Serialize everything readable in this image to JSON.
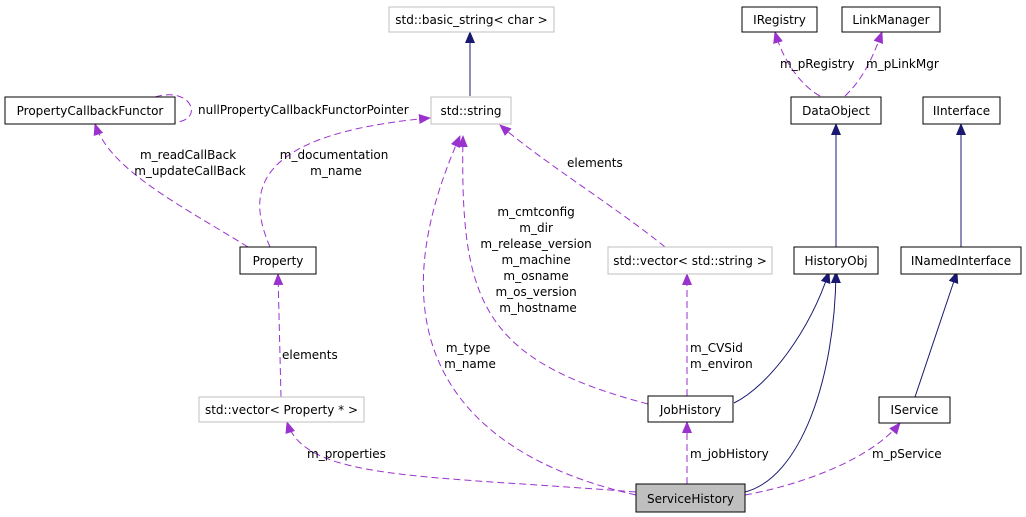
{
  "nodes": {
    "basic_string": "std::basic_string< char >",
    "ireg": "IRegistry",
    "linkmgr": "LinkManager",
    "pcf": "PropertyCallbackFunctor",
    "stdstring": "std::string",
    "dataobj": "DataObject",
    "iiface": "IInterface",
    "property": "Property",
    "vecstr": "std::vector< std::string >",
    "histobj": "HistoryObj",
    "inamed": "INamedInterface",
    "vecprop": "std::vector< Property * >",
    "jobhist": "JobHistory",
    "iservice": "IService",
    "svchist": "ServiceHistory"
  },
  "labels": {
    "pregistry": [
      "m_pRegistry"
    ],
    "plinkmgr": [
      "m_pLinkMgr"
    ],
    "nullpcf": [
      "nullPropertyCallbackFunctorPointer"
    ],
    "callbacks": [
      "m_readCallBack",
      "m_updateCallBack"
    ],
    "docname": [
      "m_documentation",
      "m_name"
    ],
    "elements_str": [
      "elements"
    ],
    "jobfields": [
      "m_cmtconfig",
      "m_dir",
      "m_release_version",
      "m_machine",
      "m_osname",
      "m_os_version",
      "m_hostname"
    ],
    "elements_prop": [
      "elements"
    ],
    "typename": [
      "m_type",
      "m_name"
    ],
    "cvsid": [
      "m_CVSid",
      "m_environ"
    ],
    "properties": [
      "m_properties"
    ],
    "jobhistory": [
      "m_jobHistory"
    ],
    "pservice": [
      "m_pService"
    ]
  }
}
